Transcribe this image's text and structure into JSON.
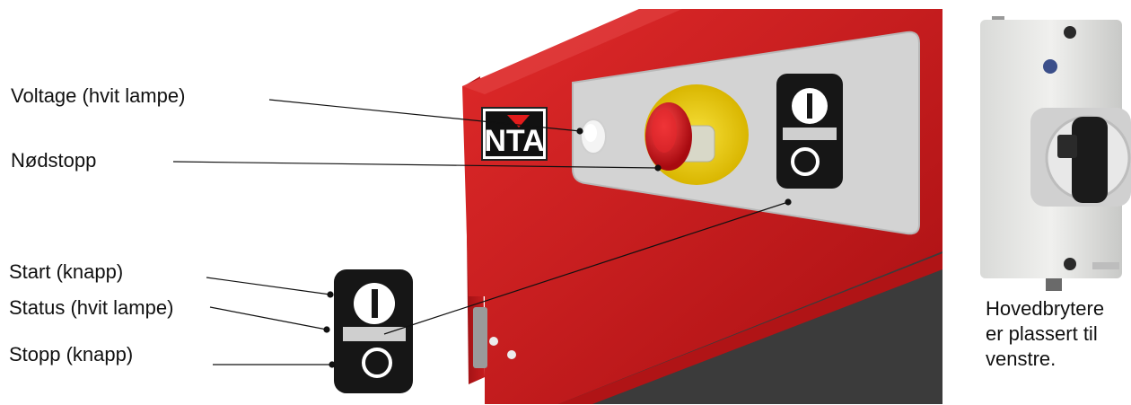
{
  "labels": {
    "voltage": "Voltage (hvit lampe)",
    "nodstopp": "Nødstopp",
    "start": "Start (knapp)",
    "status": "Status (hvit lampe)",
    "stopp": "Stopp (knapp)"
  },
  "logo_text": "NTA",
  "caption": {
    "line1": "Hovedbrytere",
    "line2": "er plassert til",
    "line3": "venstre."
  },
  "colors": {
    "machine_red": "#c81e1e",
    "panel_grey": "#cfcfcf",
    "emergency_yellow": "#f2d21b",
    "emergency_red": "#d0141a",
    "button_black": "#161616"
  }
}
